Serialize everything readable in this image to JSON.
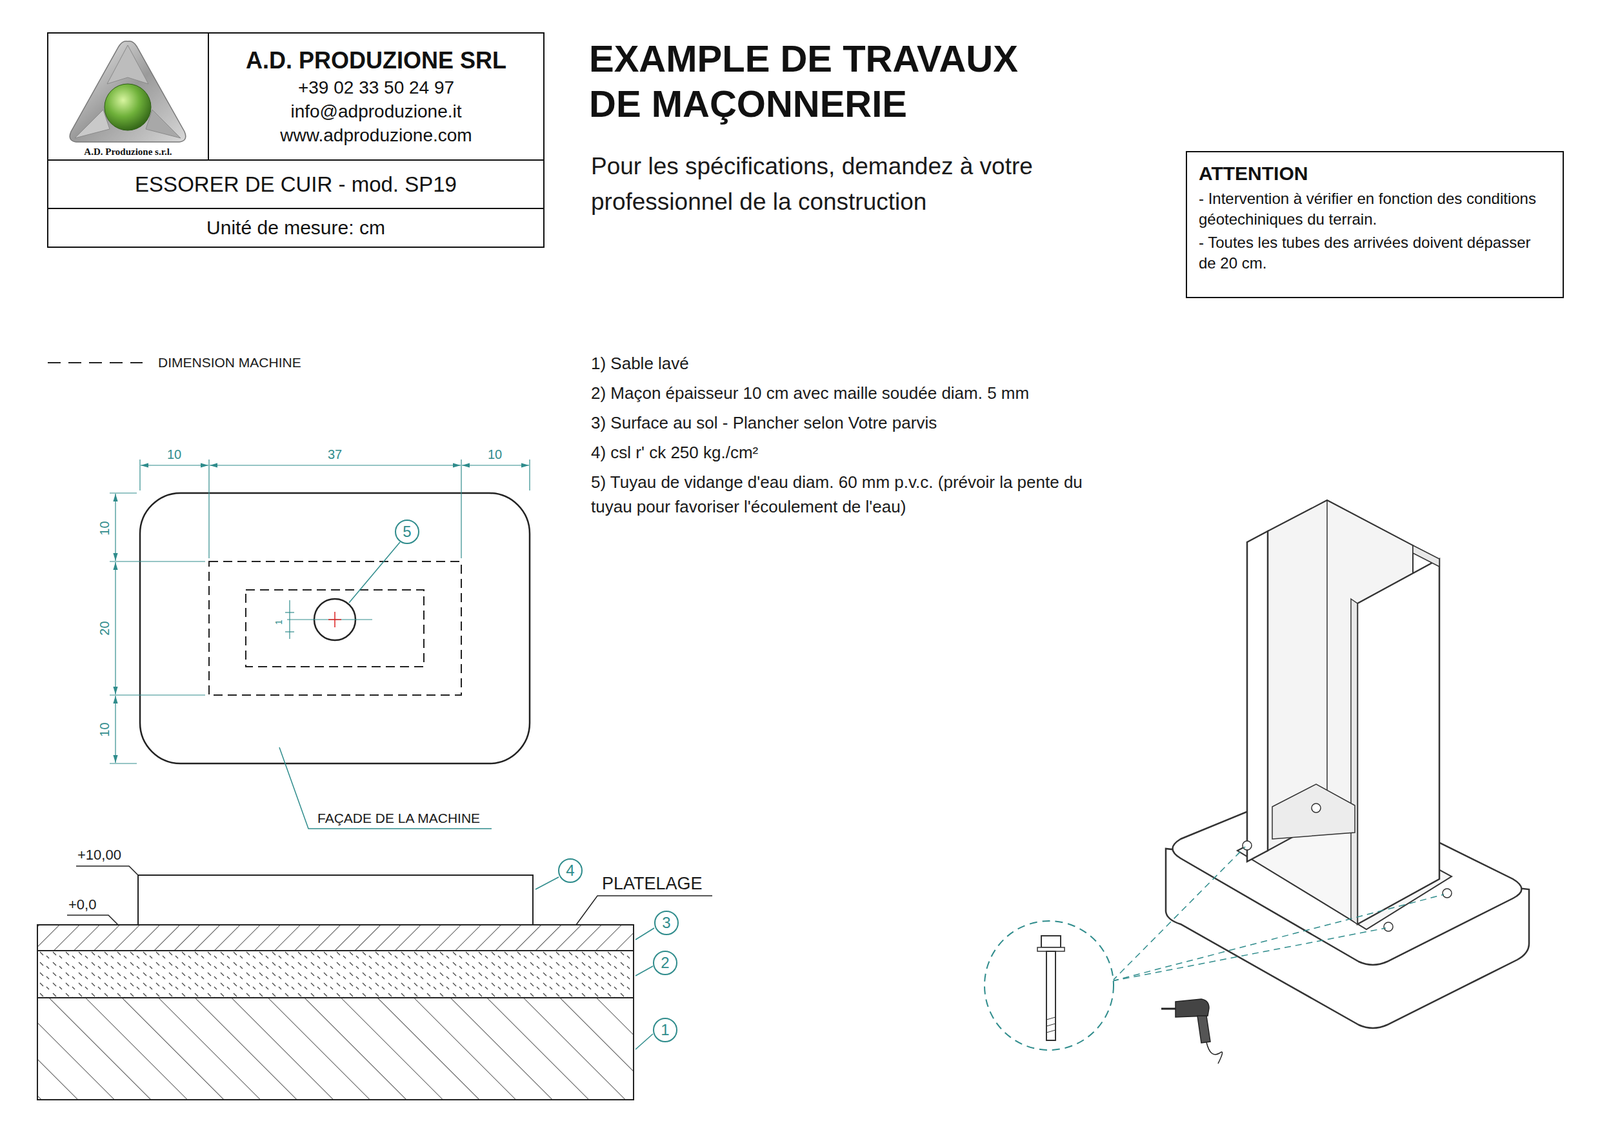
{
  "diagram": {
    "title": "EXAMPLE DE TRAVAUX DE MAÇONNERIE",
    "nodes": [
      {
        "text": [
          "A.D. Produzione s.r.l."
        ]
      },
      {
        "text": [
          "A.D. PRODUZIONE SRL",
          "+39 02 33 50 24 97",
          "info@adproduzione.it",
          "www.adproduzione.com"
        ]
      },
      {
        "text": [
          "ESSORER DE CUIR - mod. SP19"
        ]
      },
      {
        "text": [
          "Unité de mesure: cm"
        ]
      },
      {
        "text": [
          "ATTENTION",
          "- Intervention à vérifier en fonction des conditions géotechiniques du terrain.",
          "- Toutes les tubes des arrivées doivent dépasser de 20 cm."
        ]
      },
      {
        "text": [
          "5"
        ]
      },
      {
        "text": [
          "4"
        ]
      },
      {
        "text": [
          "3"
        ]
      },
      {
        "text": [
          "2"
        ]
      },
      {
        "text": [
          "1"
        ]
      }
    ],
    "labels": [
      "Pour les spécifications, demandez à votre professionnel de la construction",
      "1) Sable lavé",
      "2) Maçon épaisseur 10 cm avec maille soudée diam. 5 mm",
      "3) Surface au sol - Plancher selon Votre parvis",
      "4) csl r' ck 250 kg./cm²",
      "5) Tuyau de vidange d'eau diam. 60 mm p.v.c. (prévoir la pente du tuyau pour favoriser l'écoulement de l'eau)",
      "10",
      "37",
      "10",
      "10",
      "20",
      "10",
      "1",
      "FAÇADE DE LA MACHINE",
      "+10,00",
      "+0,0",
      "PLATELAGE"
    ],
    "legend": [
      {
        "text": "DIMENSION MACHINE"
      }
    ]
  }
}
